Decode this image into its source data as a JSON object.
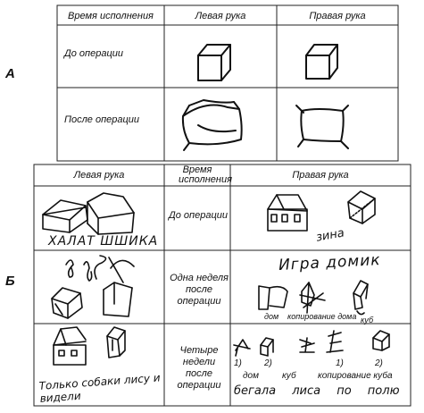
{
  "sectionA": {
    "label": "А",
    "headers": [
      "Время исполнения",
      "Левая рука",
      "Правая рука"
    ],
    "rows": [
      "До операции",
      "После операции"
    ]
  },
  "sectionB": {
    "label": "Б",
    "headers": [
      "Левая рука",
      "Время исполнения",
      "Правая рука"
    ],
    "rows": [
      "До операции",
      "Одна неделя после операции",
      "Четыре недели после операции"
    ],
    "handwriting": {
      "r1_left": "ХАЛАТ ШШИКА",
      "r1_right": "зина",
      "r2_right_top": "Игра домик",
      "r2_right_cap_dom": "дом",
      "r2_right_cap_copy": "копирование дома",
      "r2_right_cap_kub": "куб",
      "r3_left": "Только собаки лису и видели",
      "r3_n1": "1)",
      "r3_n2": "2)",
      "r3_n3": "1)",
      "r3_n4": "2)",
      "r3_dom": "дом",
      "r3_kub": "куб",
      "r3_copy_kub": "копирование куба",
      "r3_bottom": "бегала лиса по полю"
    }
  }
}
